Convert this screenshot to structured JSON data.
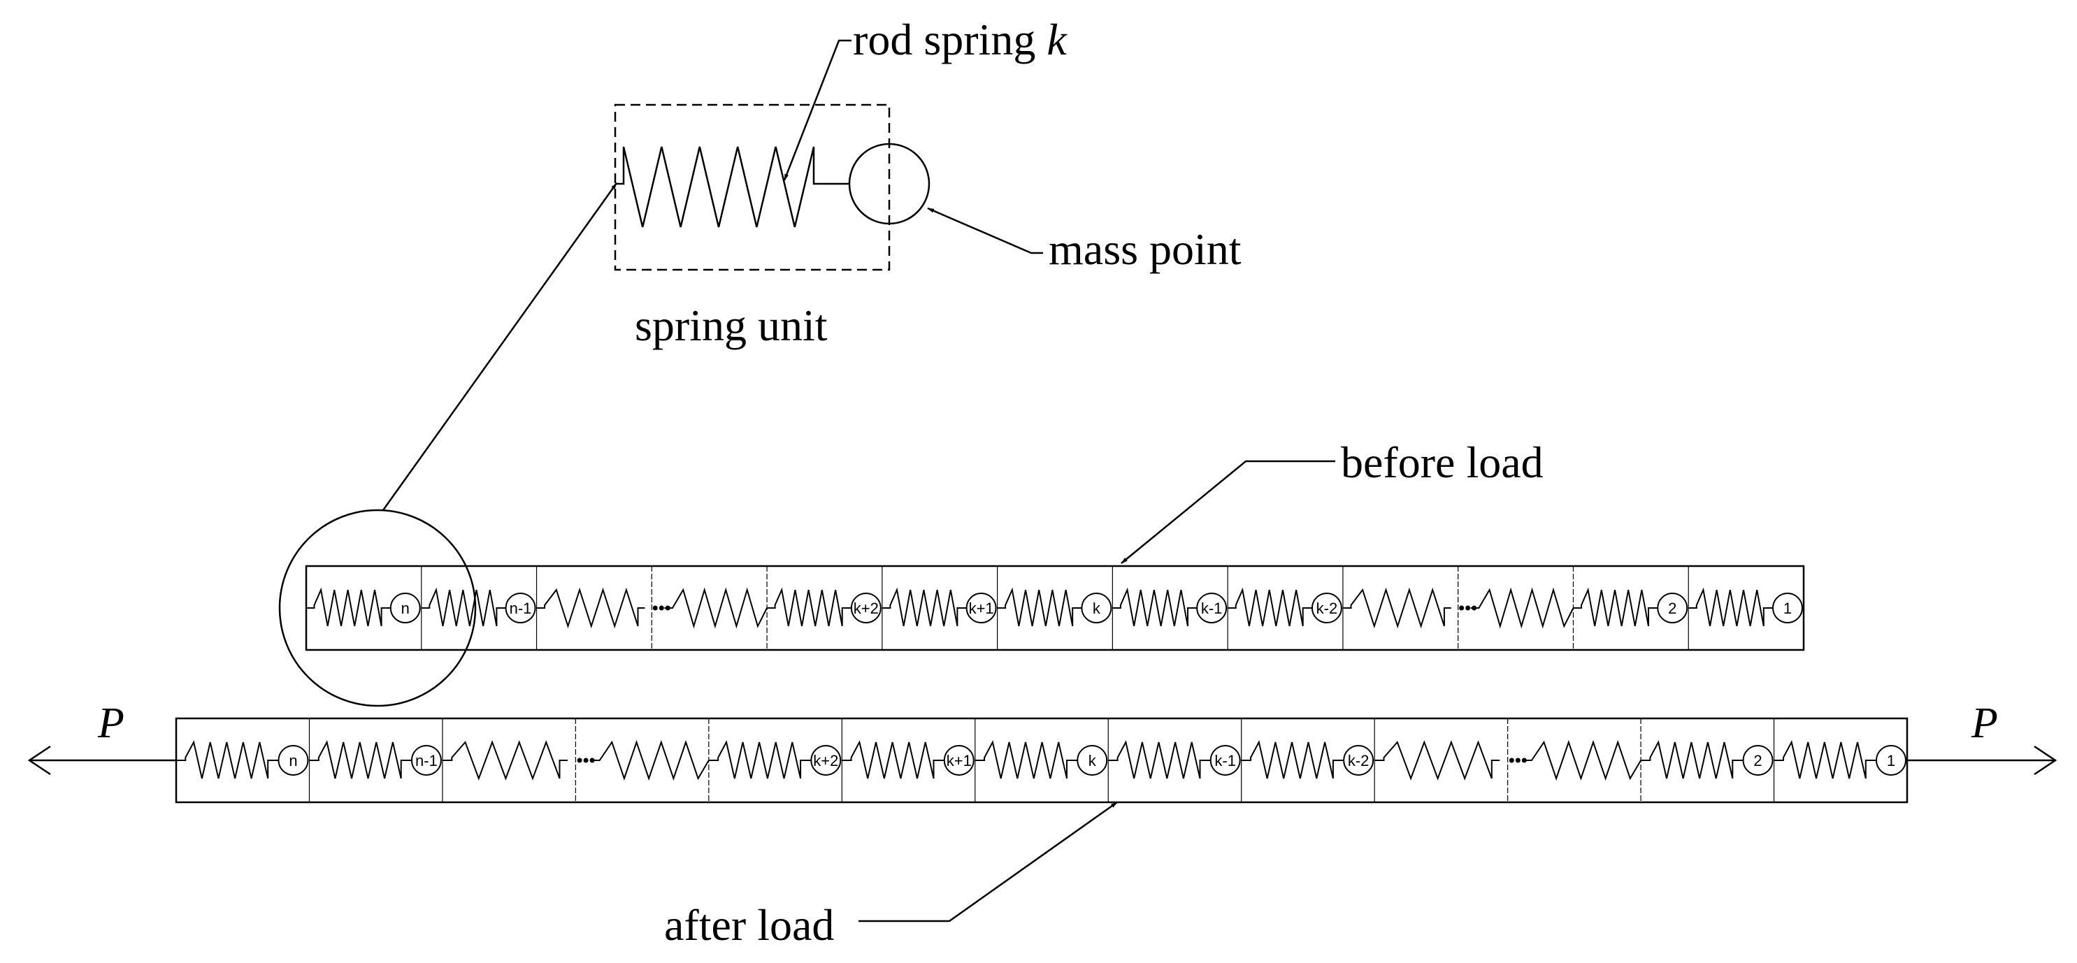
{
  "labels": {
    "rod_spring": "rod spring",
    "rod_spring_symbol": "k",
    "mass_point": "mass point",
    "spring_unit": "spring unit",
    "before_load": "before load",
    "after_load": "after load",
    "load_left": "P",
    "load_right": "P"
  },
  "before_chain": {
    "cells": [
      {
        "type": "unit",
        "label": "n"
      },
      {
        "type": "unit",
        "label": "n-1"
      },
      {
        "type": "open"
      },
      {
        "type": "gap"
      },
      {
        "type": "unit",
        "label": "k+2"
      },
      {
        "type": "unit",
        "label": "k+1"
      },
      {
        "type": "unit",
        "label": "k"
      },
      {
        "type": "unit",
        "label": "k-1"
      },
      {
        "type": "unit",
        "label": "k-2"
      },
      {
        "type": "open"
      },
      {
        "type": "gap"
      },
      {
        "type": "unit",
        "label": "2"
      },
      {
        "type": "unit",
        "label": "1"
      }
    ]
  },
  "after_chain": {
    "cells": [
      {
        "type": "unit",
        "label": "n"
      },
      {
        "type": "unit",
        "label": "n-1"
      },
      {
        "type": "open"
      },
      {
        "type": "gap"
      },
      {
        "type": "unit",
        "label": "k+2"
      },
      {
        "type": "unit",
        "label": "k+1"
      },
      {
        "type": "unit",
        "label": "k"
      },
      {
        "type": "unit",
        "label": "k-1"
      },
      {
        "type": "unit",
        "label": "k-2"
      },
      {
        "type": "open"
      },
      {
        "type": "gap"
      },
      {
        "type": "unit",
        "label": "2"
      },
      {
        "type": "unit",
        "label": "1"
      }
    ]
  },
  "colors": {
    "ink": "#000000",
    "background": "#ffffff"
  }
}
